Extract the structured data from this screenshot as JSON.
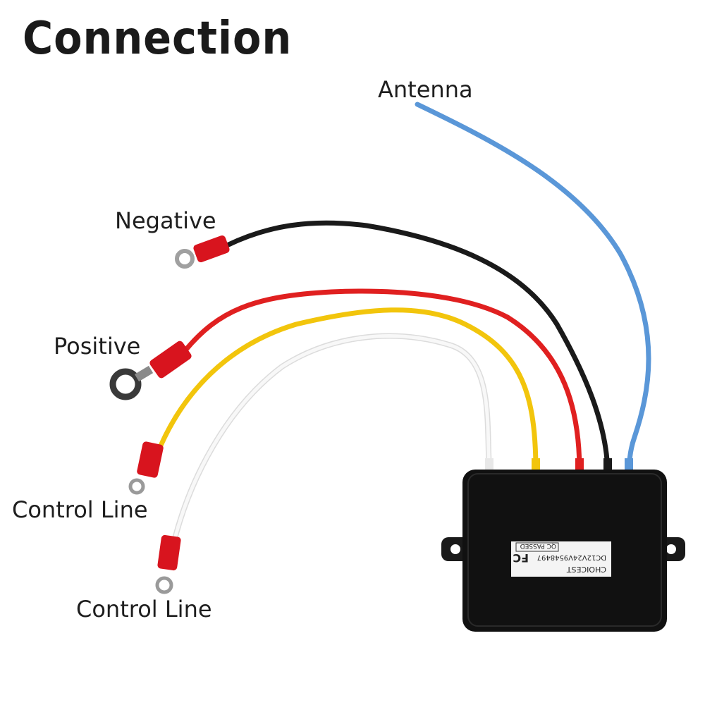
{
  "title": "Connection",
  "wires": {
    "antenna": {
      "label": "Antenna",
      "color": "#5a97d8"
    },
    "negative": {
      "label": "Negative",
      "color": "#1a1a1a"
    },
    "positive": {
      "label": "Positive",
      "color": "#e02020"
    },
    "control_line_1": {
      "label": "Control Line",
      "color": "#f2c50c"
    },
    "control_line_2": {
      "label": "Control Line",
      "color": "#ececec"
    }
  },
  "terminal_color": "#d8141e",
  "module": {
    "color": "#111111",
    "sticker": {
      "brand": "CHOICEST",
      "voltage": "DC12V24V9548497",
      "fcc": "FC",
      "qc": "QC PASSED"
    }
  }
}
